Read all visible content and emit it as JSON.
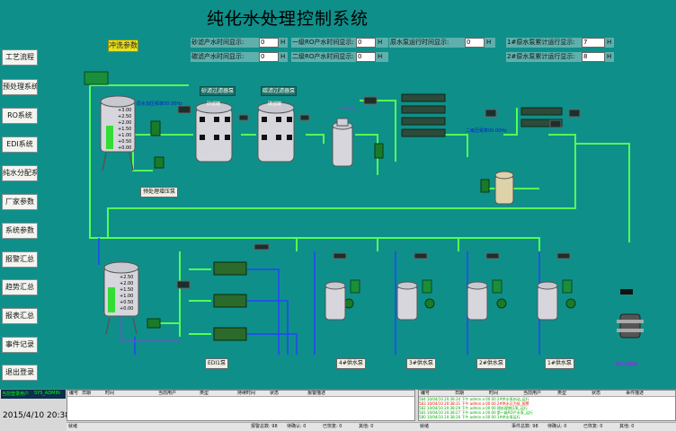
{
  "title": "纯化水处理控制系统",
  "flush_button": "冲洗参数",
  "nav": [
    {
      "label": "工艺流程"
    },
    {
      "label": "预处理系统"
    },
    {
      "label": "RO系统"
    },
    {
      "label": "EDI系统"
    },
    {
      "label": "纯水分配系统"
    },
    {
      "label": "厂家参数"
    },
    {
      "label": "系统参数"
    },
    {
      "label": "报警汇总"
    },
    {
      "label": "趋势汇总"
    },
    {
      "label": "报表汇总"
    },
    {
      "label": "事件记录"
    },
    {
      "label": "退出登录"
    }
  ],
  "readouts": [
    {
      "label": "砂滤产水时间显示:",
      "value": "0",
      "unit": "H"
    },
    {
      "label": "一级RO产水时间显示:",
      "value": "0",
      "unit": "H"
    },
    {
      "label": "原水泵运行时间显示:",
      "value": "0",
      "unit": "H"
    },
    {
      "label": "1#原水泵累计运行显示:",
      "value": "7",
      "unit": "H"
    },
    {
      "label": "碳滤产水时间显示:",
      "value": "0",
      "unit": "H"
    },
    {
      "label": "二级RO产水时间显示:",
      "value": "0",
      "unit": "H"
    },
    {
      "label": "2#原水泵累计运行显示:",
      "value": "8",
      "unit": "H"
    }
  ],
  "equipment": {
    "sand_pump": "砂滤过滤器泵",
    "carbon_pump": "碳滤过滤器泵",
    "sand_filter": "砂滤罐",
    "carbon_filter": "碳滤罐",
    "raw_pump": "预处理增压泵",
    "edi_pump": "EDI1泵",
    "pump4": "4#供水泵",
    "pump3": "3#供水泵",
    "pump2": "2#供水泵",
    "pump1": "1#供水泵",
    "sterilizer": "紫外杀菌器",
    "freq1": "原水加压频率00.00Hz",
    "freq2": "二级压频率00.00Hz",
    "tank_levels_top": [
      "+3.00",
      "+2.50",
      "+2.00",
      "+1.50",
      "+1.00",
      "+0.50",
      "+0.00"
    ],
    "tank_levels_bot": [
      "+2.50",
      "+2.00",
      "+1.50",
      "+1.00",
      "+0.50",
      "+0.00"
    ]
  },
  "alarm_left": {
    "headers": [
      "编号",
      "日期",
      "时间",
      "当前用户",
      "类型",
      "持续时间",
      "状态",
      "报警描述"
    ]
  },
  "alarm_right": {
    "headers": [
      "编号",
      "日期",
      "时间",
      "当前用户",
      "类型",
      "状态",
      "事件描述"
    ],
    "rows": [
      {
        "text": "584  10/04/10  20:38:34  下午    admin  a   00 00   2#供水泵启动_运行",
        "red": false
      },
      {
        "text": "583  10/04/10  20:38:31  下午    admin  a   00 00   2#供水压力低_报警",
        "red": true
      },
      {
        "text": "582  10/04/10  20:38:29  下午    admin  a   00 00   预处理增压泵_运行",
        "red": false
      },
      {
        "text": "581  10/04/10  20:38:27  下午    admin  a   00 00   第一级RO产水泵_运行",
        "red": false
      },
      {
        "text": "580  10/04/10  20:38:26  下午    admin  a   00 00   1#供水泵运行",
        "red": false
      }
    ]
  },
  "user_bar": {
    "label": "当前登录用户",
    "name": "SYS_ADMIN"
  },
  "clock": "2015/4/10 20:38:35",
  "status_left": {
    "ready": "就绪",
    "total": "报警总数: 98",
    "ack": "待确认: 0",
    "cleared": "已恢复: 0",
    "other": "其他: 0"
  },
  "status_right": {
    "ready": "就绪",
    "total": "事件总数: 98",
    "ack": "待确认: 0",
    "cleared": "已恢复: 0",
    "other": "其他: 0"
  },
  "colors": {
    "background": "#0f8f8a",
    "pipe_green": "#55ff55",
    "pipe_blue": "#2244ff",
    "tank": "#d8d8dc",
    "pump": "#1a7a2a"
  }
}
